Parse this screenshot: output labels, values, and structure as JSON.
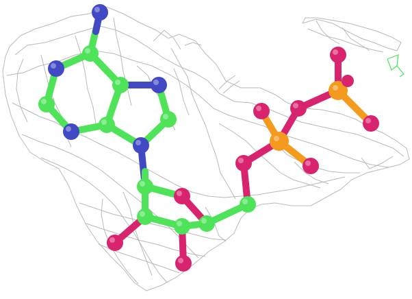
{
  "colors": {
    "background": "#ffffff",
    "mesh": "#b9b9b9",
    "carbon": "#4fe35a",
    "nitrogen": "#4249c4",
    "oxygen": "#d8246f",
    "phosphorus": "#f39a1f",
    "fragment": "#4fe35a"
  },
  "molecule": {
    "subject": "nucleotide-with-electron-density-map",
    "atom_types": [
      "carbon",
      "nitrogen",
      "oxygen",
      "phosphorus"
    ]
  }
}
